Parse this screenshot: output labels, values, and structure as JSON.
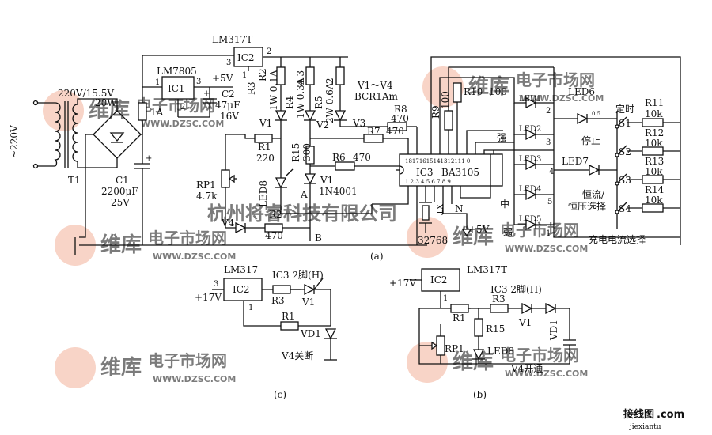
{
  "labels": {
    "ic2_top": "LM317T",
    "ic1_type": "LM7805",
    "ic1": "IC1",
    "ic2": "IC2",
    "pin1": "1",
    "pin2": "2",
    "pin3": "3",
    "plus5v_top": "+5V",
    "c2": "C2",
    "c2_val1": "47μF",
    "c2_val2": "16V",
    "ac_in": "220V/15.5V",
    "power": "20W",
    "mains": "~220V",
    "t1": "T1",
    "fuse": "1A",
    "c1": "C1",
    "c1_val1": "2200μF",
    "c1_val2": "25V",
    "r2_top": "R2",
    "r2_top_val": "1W 0.1A",
    "r3_top": "R3",
    "r4": "R4",
    "r4_val": "4.3",
    "r4_rating": "1W 0.3A",
    "r5": "R5",
    "r5_val": "2",
    "r5_rating": "2W 0.6A",
    "v_range": "V1～V4",
    "v_type": "BCR1Am",
    "r8": "R8",
    "r8_val": "470",
    "v1": "V1",
    "v2": "V2",
    "v3": "V3",
    "r1": "R1",
    "r1_val": "220",
    "r15": "R15",
    "r15_val": "300",
    "r7": "R7",
    "r7_val": "470",
    "r6": "R6",
    "r6_val": "470",
    "rp1": "RP1",
    "rp1_val": "4.7k",
    "led8": "LED8",
    "v1_diode": "V1",
    "v1_diode_type": "1N4001",
    "node_a": "A",
    "node_b": "B",
    "r2": "R2",
    "r2_val": "470",
    "v4": "V4",
    "r9": "R9",
    "r9_val": "100",
    "r10": "R10",
    "r10_val": "100",
    "ic3": "IC3",
    "ba": "BA3105",
    "ic3_pins_top": "18171615141312111 0",
    "ic3_pins_bottom": "1 2 3 4 5 6 7 8 9",
    "xt": "XT",
    "xt_freq": "32768",
    "n_label": "N",
    "plus5v_bottom": "+5V",
    "led1": "LED1",
    "led2": "LED2",
    "led3": "LED3",
    "led4": "LED4",
    "led5": "LED5",
    "led6": "LED6",
    "led7": "LED7",
    "led_num1": "1",
    "led_num2": "2",
    "led_num3": "3",
    "led_num4": "4",
    "led_num5": "5",
    "led6_small": "0.5",
    "strong": "强",
    "medium": "中",
    "weak": "弱",
    "timer": "定时",
    "stop": "停止",
    "cc_cv1": "恒流/",
    "cc_cv2": "恒压选择",
    "charge_select": "充电电流选择",
    "s1": "S1",
    "s2": "S2",
    "s3": "S3",
    "s4": "S4",
    "r11": "R11",
    "r11_val": "10k",
    "r12": "R12",
    "r12_val": "10k",
    "r13": "R13",
    "r13_val": "10k",
    "r14": "R14",
    "r14_val": "10k",
    "caption_a": "(a)",
    "c_ic": "LM317",
    "c_ic2": "IC2",
    "c_17v": "+17V",
    "c_pin3": "3",
    "c_pin1": "1",
    "c_ic3pin": "IC3 2脚(H)",
    "c_r3": "R3",
    "c_v1": "V1",
    "c_r1": "R1",
    "c_vd1": "VD1",
    "c_v4off": "V4关断",
    "caption_c": "(c)",
    "b_ic2": "IC2",
    "b_ic": "LM317T",
    "b_17v": "+17V",
    "b_pin1": "1",
    "b_ic3pin": "IC3 2脚(H)",
    "b_r3": "R3",
    "b_r1": "R1",
    "b_v1": "V1",
    "b_vd1": "VD1",
    "b_r15": "R15",
    "b_rp1": "RP1",
    "b_led8": "LED8",
    "b_v4on": "V4开通",
    "caption_b": "(b)"
  },
  "watermarks": {
    "cn_brand": "维库",
    "cn_market": "电子市场网",
    "url": "WWW.DZSC.COM",
    "company": "杭州将睿科技有限公司",
    "footer_logo": "接线图",
    "footer_url": "jiexiantu",
    "footer_com": ".com"
  },
  "colors": {
    "line": "#111111",
    "watermark": "#f3b19a",
    "watermark_text": "#f0a58a",
    "footer_logo": "#d53a1a"
  }
}
